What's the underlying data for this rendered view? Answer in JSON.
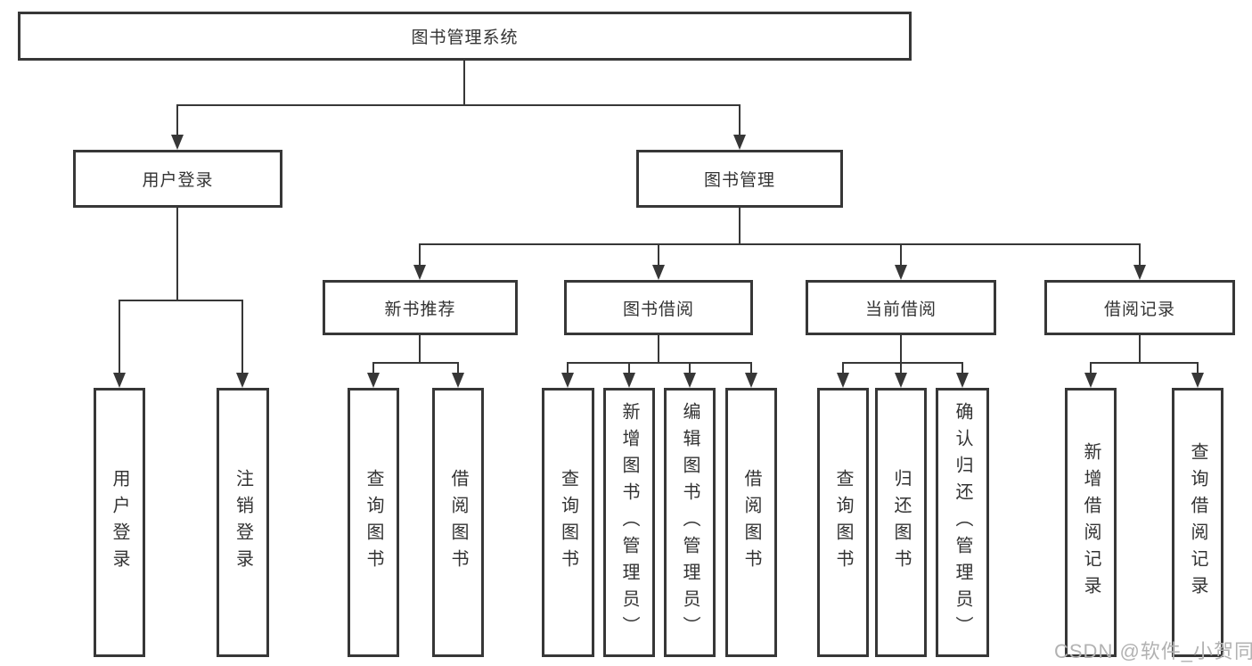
{
  "diagram_type": "hierarchy-tree",
  "watermark": "CSDN @软件_小贺同学",
  "colors": {
    "line": "#373737",
    "box_border": "#373737",
    "text": "#333333",
    "background": "#ffffff",
    "watermark": "#b2b2b2"
  },
  "tree": {
    "root": {
      "label": "图书管理系统"
    },
    "branches": [
      {
        "label": "用户登录",
        "children": [
          {
            "label": "用户登录"
          },
          {
            "label": "注销登录"
          }
        ]
      },
      {
        "label": "图书管理",
        "children": [
          {
            "label": "新书推荐",
            "children": [
              {
                "label": "查询图书"
              },
              {
                "label": "借阅图书"
              }
            ]
          },
          {
            "label": "图书借阅",
            "children": [
              {
                "label": "查询图书"
              },
              {
                "label": "新增图书（管理员）"
              },
              {
                "label": "编辑图书（管理员）"
              },
              {
                "label": "借阅图书"
              }
            ]
          },
          {
            "label": "当前借阅",
            "children": [
              {
                "label": "查询图书"
              },
              {
                "label": "归还图书"
              },
              {
                "label": "确认归还（管理员）"
              }
            ]
          },
          {
            "label": "借阅记录",
            "children": [
              {
                "label": "新增借阅记录"
              },
              {
                "label": "查询借阅记录"
              }
            ]
          }
        ]
      }
    ]
  }
}
